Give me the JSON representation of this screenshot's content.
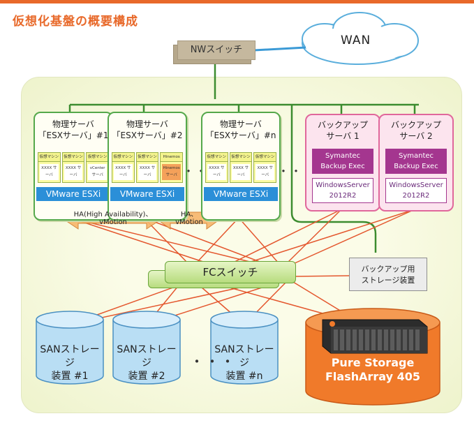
{
  "title": "仮想化基盤の概要構成",
  "wan": "WAN",
  "nw_switch": "NWスイッチ",
  "servers": [
    {
      "title1": "物理サーバ",
      "title2": "「ESXサーバ」#1",
      "vms": [
        {
          "head": "仮想マシン",
          "body": "XXXX サーバ"
        },
        {
          "head": "仮想マシン",
          "body": "XXXX サーバ"
        },
        {
          "head": "仮想マシン",
          "body": "vCenter サーバ"
        }
      ],
      "esxi": "VMware ESXi"
    },
    {
      "title1": "物理サーバ",
      "title2": "「ESXサーバ」#2",
      "vms": [
        {
          "head": "仮想マシン",
          "body": "XXXX サーバ"
        },
        {
          "head": "仮想マシン",
          "body": "XXXX サーバ"
        },
        {
          "head": "Hinemos",
          "body": "Hinemos サーバ"
        }
      ],
      "esxi": "VMware ESXi"
    },
    {
      "title1": "物理サーバ",
      "title2": "「ESXサーバ」#n",
      "vms": [
        {
          "head": "仮想マシン",
          "body": "XXXX サーバ"
        },
        {
          "head": "仮想マシン",
          "body": "XXXX サーバ"
        },
        {
          "head": "仮想マシン",
          "body": "XXXX サーバ"
        }
      ],
      "esxi": "VMware ESXi"
    }
  ],
  "dots": "・・・",
  "backup_servers": [
    {
      "title1": "バックアップ",
      "title2": "サーバ 1",
      "app1": "Symantec",
      "app2": "Backup Exec",
      "os1": "WindowsServer",
      "os2": "2012R2"
    },
    {
      "title1": "バックアップ",
      "title2": "サーバ 2",
      "app1": "Symantec",
      "app2": "Backup Exec",
      "os1": "WindowsServer",
      "os2": "2012R2"
    }
  ],
  "ha1": {
    "line1": "HA(High Availability)、",
    "line2": "vMotion"
  },
  "ha2": {
    "line1": "HA、",
    "line2": "vMotion"
  },
  "fc_switch": "FCスイッチ",
  "backup_storage": {
    "line1": "バックアップ用",
    "line2": "ストレージ装置"
  },
  "san": [
    {
      "line1": "SANストレージ",
      "line2": "装置 #1"
    },
    {
      "line1": "SANストレージ",
      "line2": "装置 #2"
    },
    {
      "line1": "SANストレージ",
      "line2": "装置 #n"
    }
  ],
  "pure": {
    "line1": "Pure Storage",
    "line2": "FlashArray 405"
  },
  "colors": {
    "accent": "#e8692a",
    "green": "#55a84b",
    "blue": "#2b8fd8",
    "pink": "#e0679b",
    "purple": "#a4368f",
    "orange": "#f07a2a"
  }
}
